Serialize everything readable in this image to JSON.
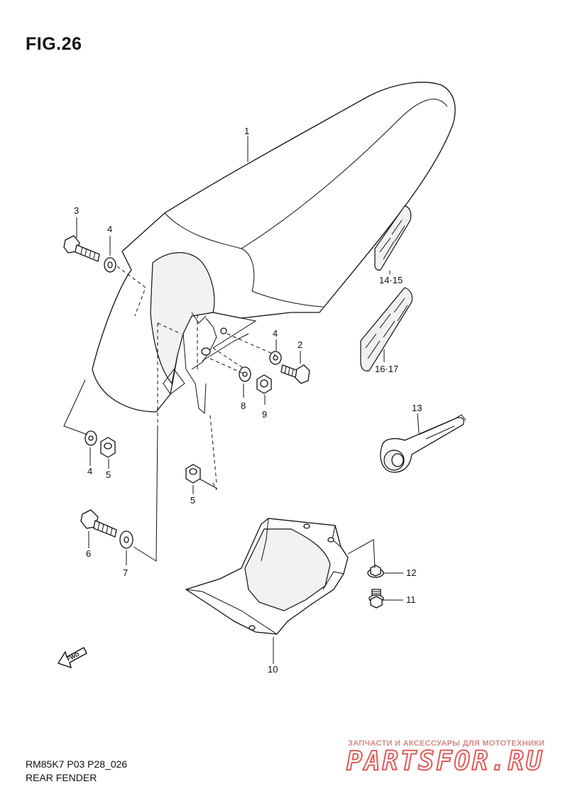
{
  "figure": {
    "title": "FIG.26"
  },
  "footer": {
    "code": "RM85K7 P03 P28_026",
    "name": "REAR FENDER"
  },
  "watermark": {
    "tagline": "ЗАПЧАСТИ И АКСЕССУАРЫ ДЛЯ МОТОТЕХНИКИ",
    "brand": "PARTSFOR.RU"
  },
  "callouts": {
    "c1": "1",
    "c2": "2",
    "c3": "3",
    "c4a": "4",
    "c4b": "4",
    "c4c": "4",
    "c5a": "5",
    "c5b": "5",
    "c6": "6",
    "c7": "7",
    "c8": "8",
    "c9": "9",
    "c10": "10",
    "c11": "11",
    "c12": "12",
    "c13": "13",
    "c1415": "14·15",
    "c1617": "16·17"
  },
  "arrow": {
    "label": "FWD"
  },
  "colors": {
    "line": "#111111",
    "watermark": "#e05a5a",
    "background": "#ffffff"
  }
}
